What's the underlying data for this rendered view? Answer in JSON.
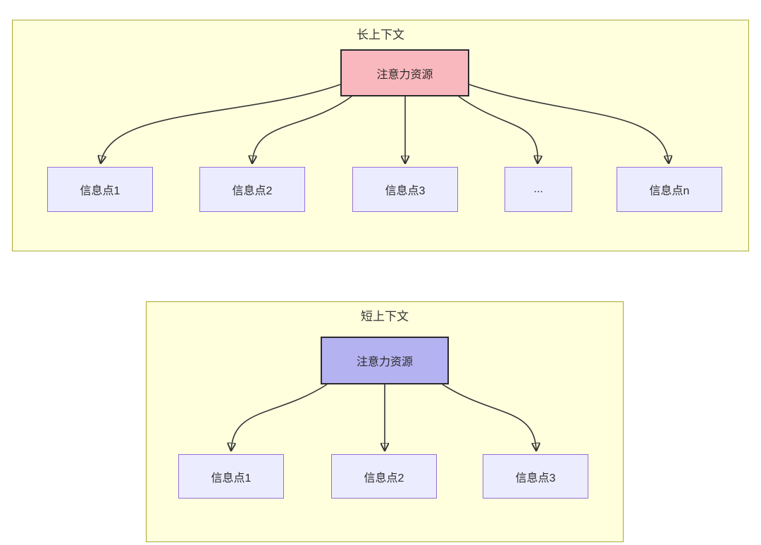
{
  "sections": [
    {
      "title": "长上下文",
      "root": {
        "label": "注意力资源"
      },
      "children": [
        {
          "label": "信息点1"
        },
        {
          "label": "信息点2"
        },
        {
          "label": "信息点3"
        },
        {
          "label": "..."
        },
        {
          "label": "信息点n"
        }
      ]
    },
    {
      "title": "短上下文",
      "root": {
        "label": "注意力资源"
      },
      "children": [
        {
          "label": "信息点1"
        },
        {
          "label": "信息点2"
        },
        {
          "label": "信息点3"
        }
      ]
    }
  ],
  "colors": {
    "container_fill": "#ffffde",
    "container_border": "#aaaa33",
    "root_long_fill": "#f9b8be",
    "root_short_fill": "#b4b2f0",
    "root_border": "#2b2b2b",
    "child_fill": "#ececff",
    "child_border": "#9370db",
    "arrow": "#333333",
    "text": "#333333"
  }
}
